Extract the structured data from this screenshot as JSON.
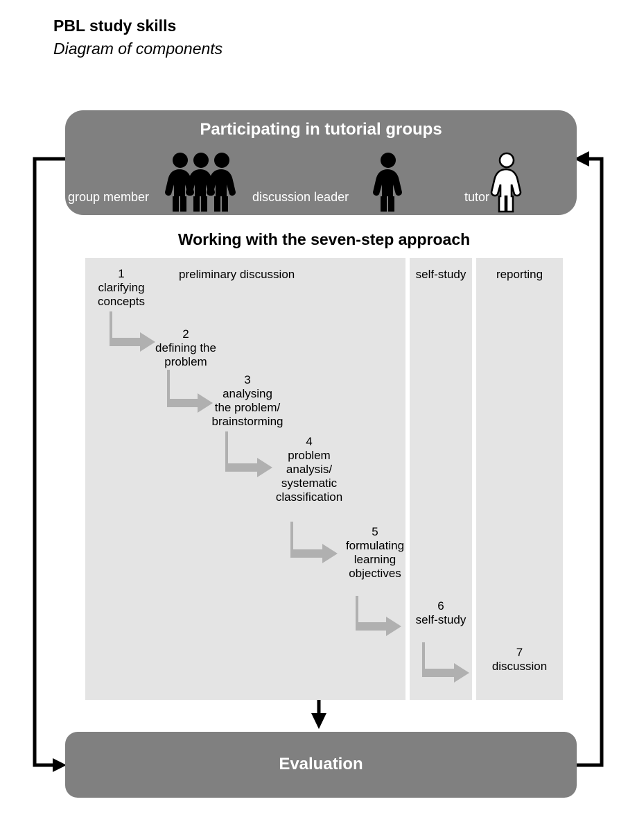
{
  "document": {
    "title": "PBL study skills",
    "subtitle": "Diagram of components"
  },
  "tutorial_groups": {
    "title": "Participating in tutorial groups",
    "roles": [
      {
        "label": "group member",
        "icon": "three-people-icon"
      },
      {
        "label": "discussion leader",
        "icon": "person-filled-icon"
      },
      {
        "label": "tutor",
        "icon": "person-outline-icon"
      }
    ]
  },
  "seven_step": {
    "title": "Working with the seven-step approach",
    "columns": [
      {
        "name": "preliminary discussion"
      },
      {
        "name": "self-study"
      },
      {
        "name": "reporting"
      }
    ],
    "steps": [
      {
        "number": "1",
        "label": "clarifying\nconcepts",
        "column": "preliminary discussion"
      },
      {
        "number": "2",
        "label": "defining the\nproblem",
        "column": "preliminary discussion"
      },
      {
        "number": "3",
        "label": "analysing\nthe problem/\nbrainstorming",
        "column": "preliminary discussion"
      },
      {
        "number": "4",
        "label": "problem\nanalysis/\nsystematic\nclassification",
        "column": "preliminary discussion"
      },
      {
        "number": "5",
        "label": "formulating\nlearning\nobjectives",
        "column": "preliminary discussion"
      },
      {
        "number": "6",
        "label": "self-study",
        "column": "self-study"
      },
      {
        "number": "7",
        "label": "discussion",
        "column": "reporting"
      }
    ]
  },
  "evaluation": {
    "label": "Evaluation"
  },
  "colors": {
    "box_gray": "#808080",
    "column_gray": "#e4e4e4",
    "arrow_gray": "#b0b0b0",
    "text_dark": "#000000",
    "text_light": "#ffffff"
  }
}
